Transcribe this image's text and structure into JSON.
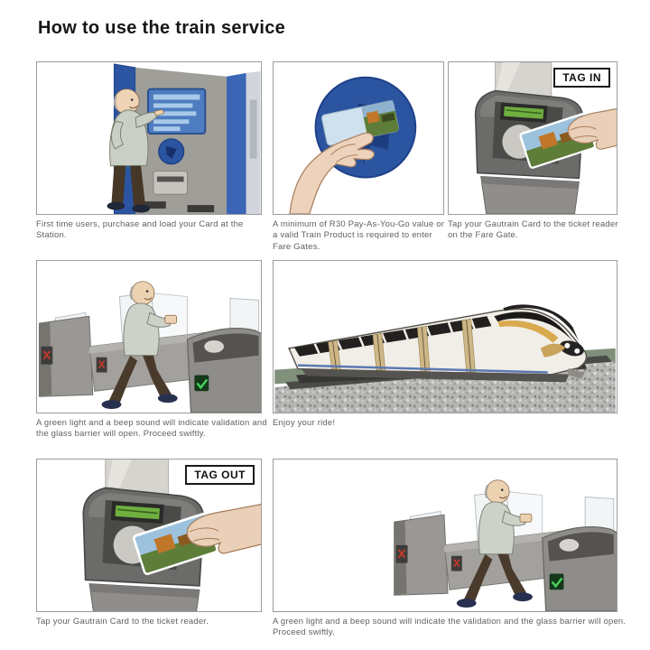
{
  "title": "How to use the train service",
  "colors": {
    "brand_blue": "#2b55a0",
    "dark_blue": "#1c3e80",
    "machine_gray": "#a09e98",
    "gate_gray": "#8f8d89",
    "green_indicator": "#46d05a",
    "red_indicator": "#c0392b",
    "train_gold": "#d9a94f",
    "caption_gray": "#616161"
  },
  "panels": {
    "purchase": {
      "caption": "First time users, purchase and load your Card at the Station."
    },
    "minimum_value": {
      "caption": "A minimum of R30 Pay-As-You-Go value or a valid Train Product is required to enter Fare Gates."
    },
    "tag_in": {
      "tag": "TAG IN",
      "caption": "Tap your Gautrain Card to the ticket reader on the Fare Gate."
    },
    "enter_gate": {
      "caption": "A green light and a beep sound will indicate validation and the glass barrier will open. Proceed swiftly."
    },
    "ride": {
      "caption": "Enjoy your ride!"
    },
    "tag_out": {
      "tag": "TAG OUT",
      "caption": "Tap your Gautrain Card to the ticket reader."
    },
    "exit_gate": {
      "caption": "A green light and a beep sound will indicate the validation and the glass barrier will open. Proceed swiftly."
    }
  }
}
